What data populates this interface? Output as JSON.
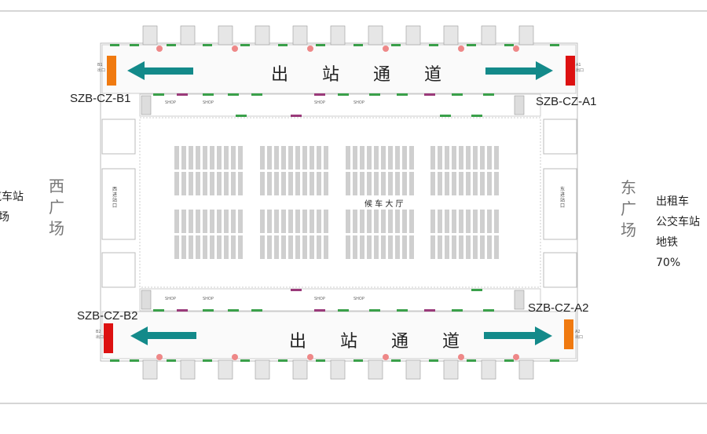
{
  "corridor_top": {
    "label": "出 站 通 道"
  },
  "corridor_bottom": {
    "label": "出 站 通 道"
  },
  "hall_label": "候 车 大 厅",
  "west_plaza": "西\n广\n场",
  "east_plaza": "东\n广\n场",
  "west_gate_label": "西进站口",
  "east_gate_label": "东进站口",
  "left_partial": {
    "line1": "汽车站",
    "line2": "场"
  },
  "right_list": [
    "出租车",
    "公交车站",
    "地铁",
    "70%"
  ],
  "codes": {
    "b1": "SZB-CZ-B1",
    "a1": "SZB-CZ-A1",
    "b2": "SZB-CZ-B2",
    "a2": "SZB-CZ-A2"
  },
  "gate_tags": {
    "b1": "B1\n出口",
    "a1": "A1\n出口",
    "b2": "B2\n出口",
    "a2": "A2\n出口"
  },
  "shop_label": "SHOP",
  "colors": {
    "teal": "#138a8a",
    "orange": "#f07a10",
    "red": "#dd1111",
    "green": "#3aa04a",
    "purple": "#9a3a7a"
  }
}
